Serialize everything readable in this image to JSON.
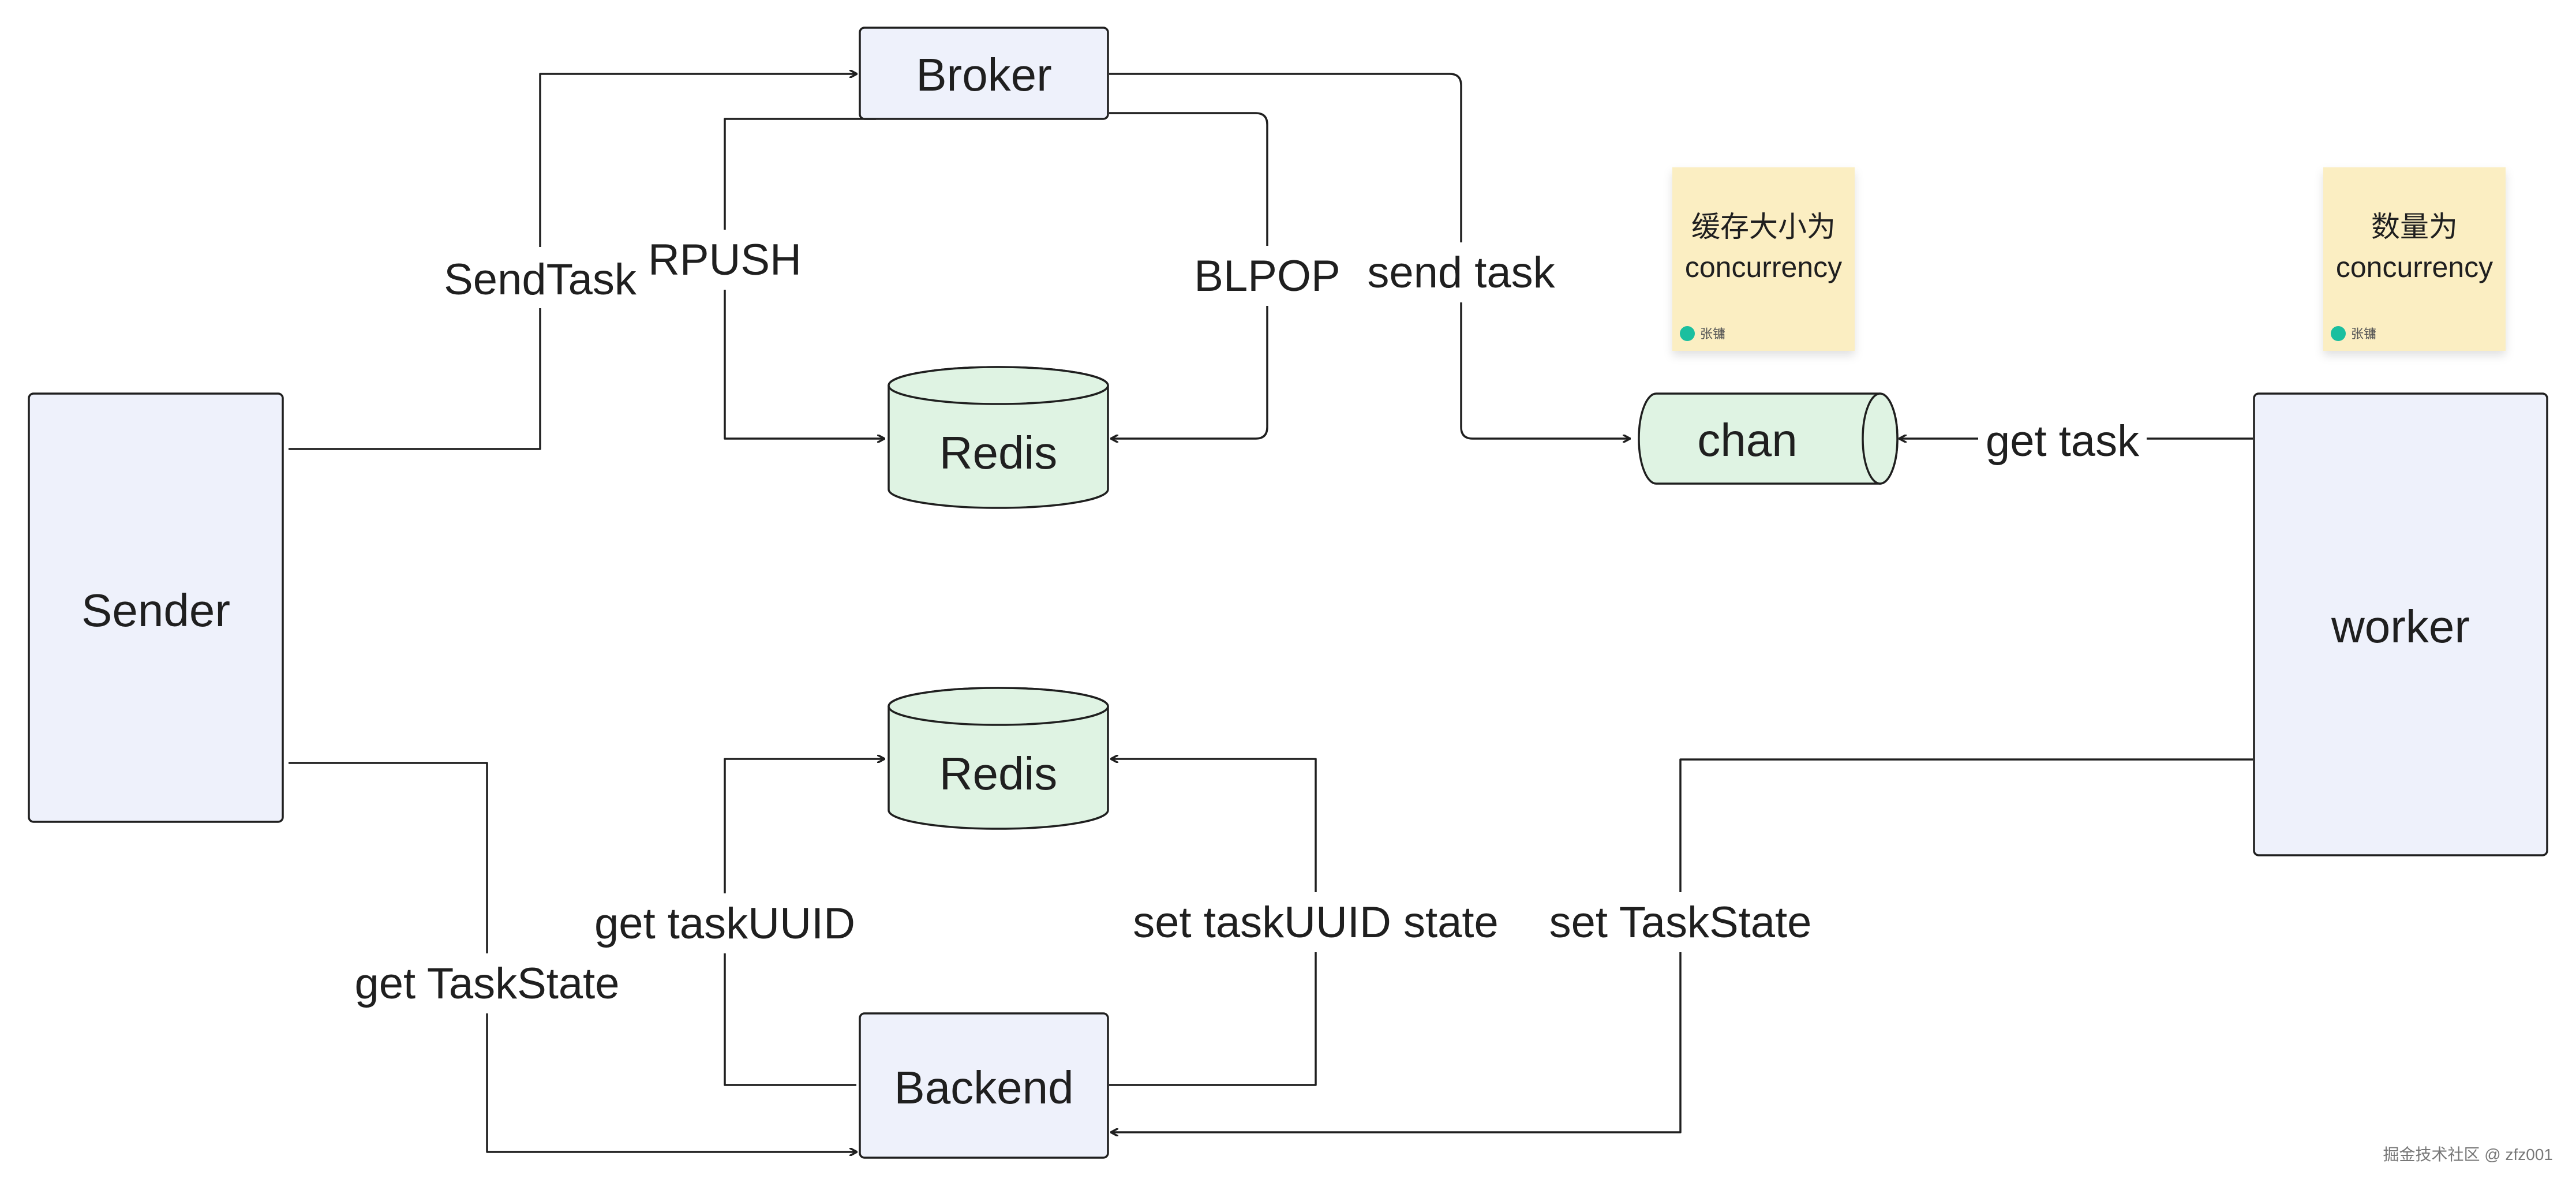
{
  "nodes": {
    "broker": "Broker",
    "redis_broker": "Redis",
    "chan": "chan",
    "sender": "Sender",
    "worker": "worker",
    "redis_backend": "Redis",
    "backend": "Backend"
  },
  "edges": {
    "send_task_upper": "SendTask",
    "rpush": "RPUSH",
    "blpop": "BLPOP",
    "send_task_lower": "send task",
    "get_task": "get task",
    "get_task_uuid": "get taskUUID",
    "set_task_uuid_state": "set taskUUID state",
    "set_task_state": "set TaskState",
    "get_task_state": "get TaskState"
  },
  "notes": {
    "chan_note": {
      "line1": "缓存大小为",
      "line2": "concurrency",
      "author": "张镛"
    },
    "worker_note": {
      "line1": "数量为",
      "line2": "concurrency",
      "author": "张镛"
    }
  },
  "colors": {
    "service_fill": "#eef1fb",
    "storage_fill": "#dff3e3",
    "note_fill": "#fbeec2",
    "avatar": "#1bbf9f"
  },
  "watermark": "掘金技术社区 @ zfz001"
}
